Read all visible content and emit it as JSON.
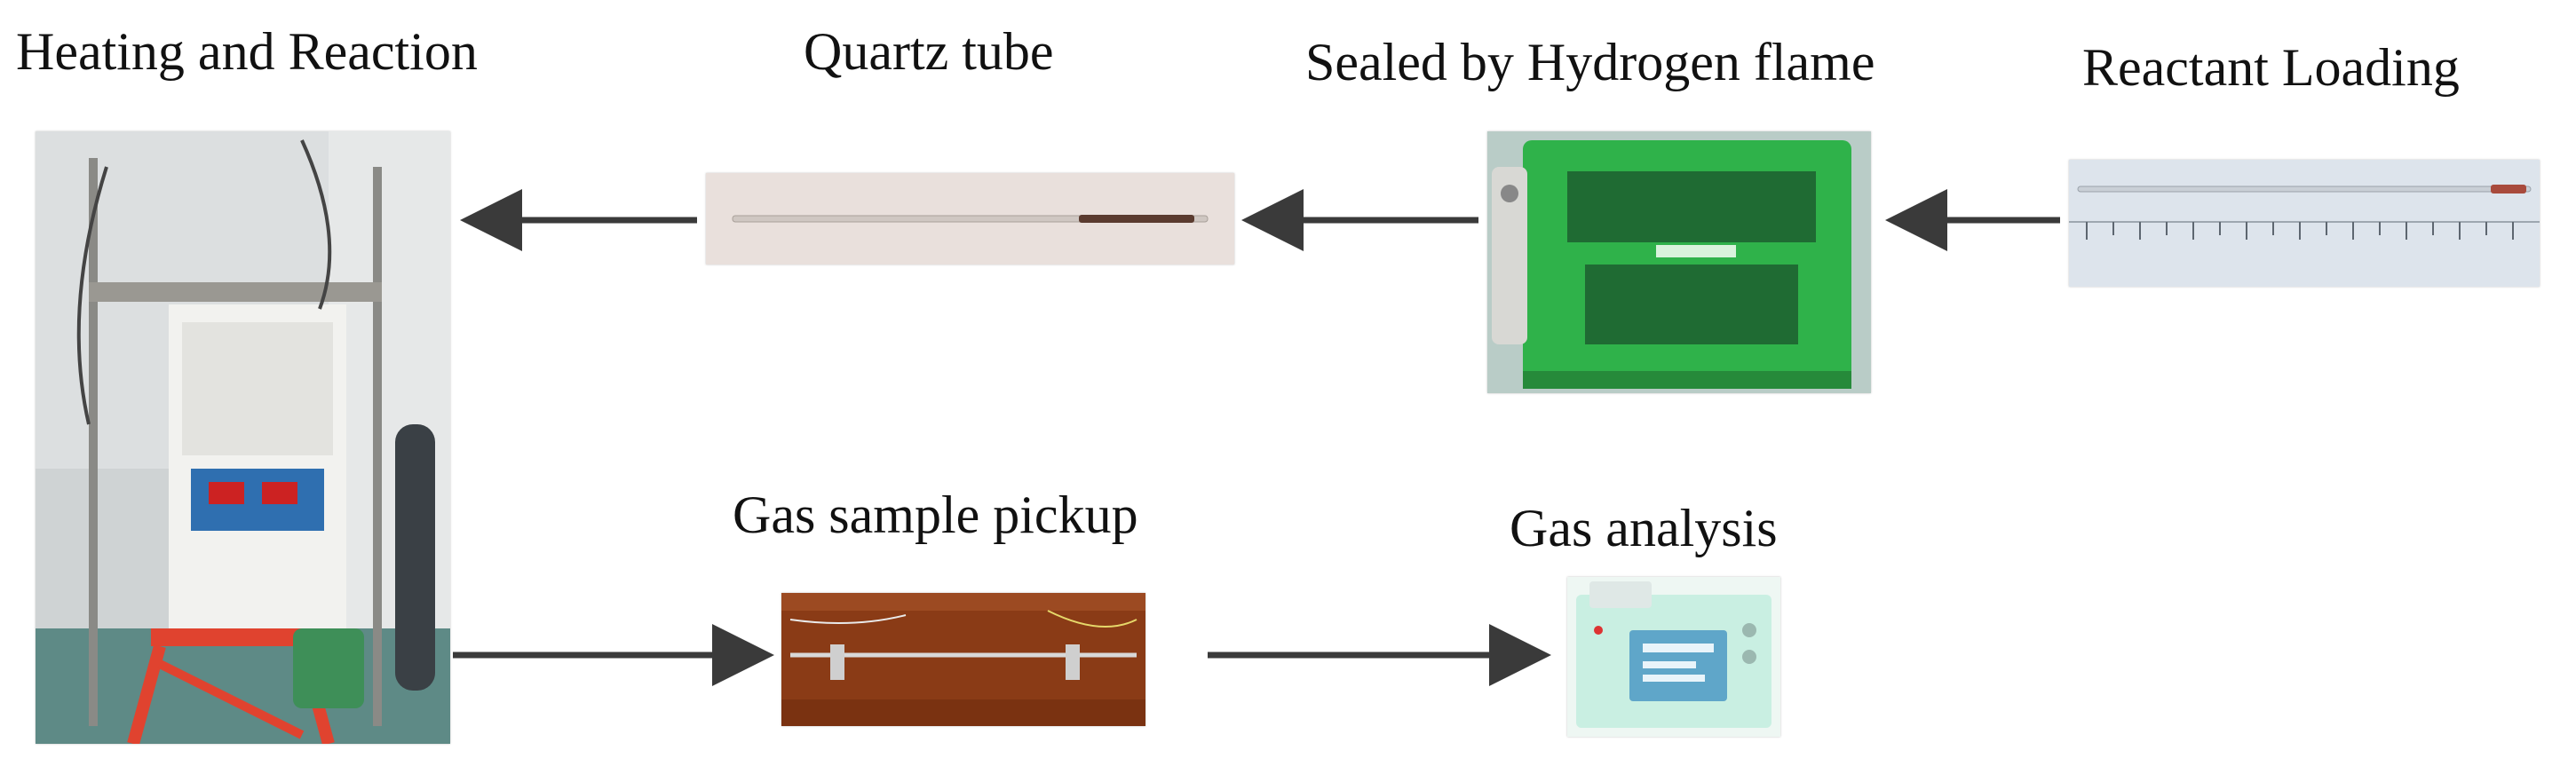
{
  "steps": {
    "heating": {
      "label": "Heating and Reaction"
    },
    "quartz": {
      "label": "Quartz tube"
    },
    "sealed": {
      "label": "Sealed by Hydrogen flame"
    },
    "loading": {
      "label": "Reactant Loading"
    },
    "pickup": {
      "label": "Gas sample pickup"
    },
    "analysis": {
      "label": "Gas analysis"
    }
  },
  "photo_icons": {
    "heating": "reaction-furnace-photo",
    "quartz": "quartz-tube-photo",
    "sealed": "hydrogen-flame-generator-photo",
    "loading": "loaded-tube-ruler-photo",
    "pickup": "gas-sample-pickup-photo",
    "analysis": "gas-chromatograph-photo"
  },
  "colors": {
    "arrow": "#3a3a3a",
    "generator_green": "#2fb24a",
    "wood": "#8a3b16",
    "analyzer": "#c9efe2"
  }
}
